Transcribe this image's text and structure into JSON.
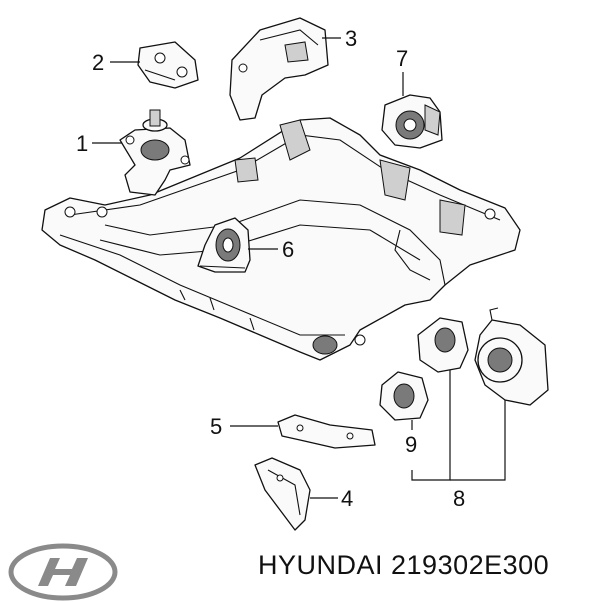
{
  "callouts": {
    "c1": "1",
    "c2": "2",
    "c3": "3",
    "c4": "4",
    "c5": "5",
    "c6": "6",
    "c7": "7",
    "c8": "8",
    "c9": "9"
  },
  "footer": {
    "part_number": "HYUNDAI 219302E300",
    "logo": "hyundai-logo"
  }
}
